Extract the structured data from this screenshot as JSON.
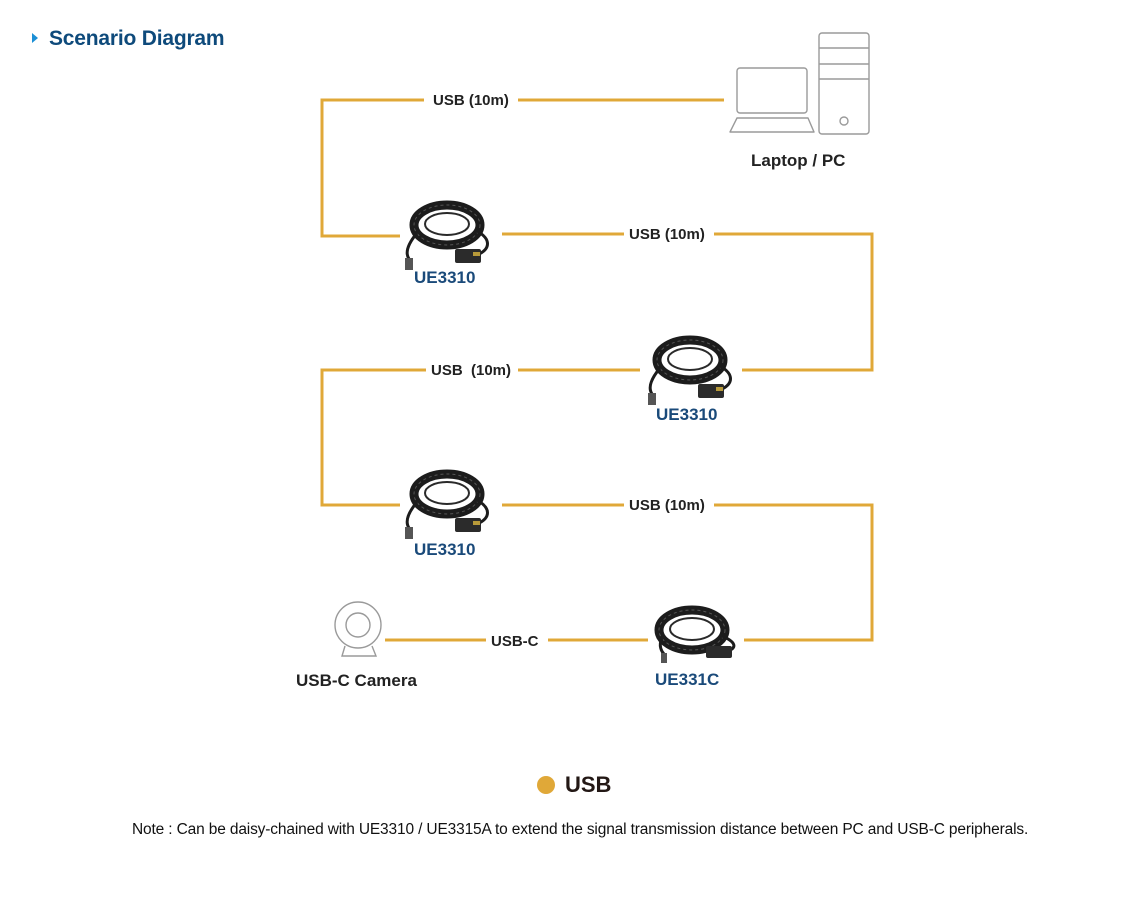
{
  "heading": {
    "title": "Scenario Diagram",
    "icon": "triangle-right-icon"
  },
  "colors": {
    "usb_line": "#e0a838",
    "product_text": "#1a4a7a",
    "heading_text": "#0e4a7b",
    "heading_marker": "#1b8fd6"
  },
  "devices": {
    "pc": {
      "label": "Laptop / PC",
      "icon": "laptop-pc-icon"
    },
    "camera": {
      "label": "USB-C Camera",
      "icon": "webcam-icon"
    }
  },
  "products": [
    {
      "model": "UE3310",
      "icon": "usb-extension-cable-icon"
    },
    {
      "model": "UE3310",
      "icon": "usb-extension-cable-icon"
    },
    {
      "model": "UE3310",
      "icon": "usb-extension-cable-icon"
    },
    {
      "model": "UE331C",
      "icon": "usb-c-extension-cable-icon"
    }
  ],
  "connections": [
    {
      "label": "USB (10m)",
      "from": "Laptop / PC",
      "to": "UE3310 #1"
    },
    {
      "label": "USB (10m)",
      "from": "UE3310 #1",
      "to": "UE3310 #2"
    },
    {
      "label": "USB  (10m)",
      "from": "UE3310 #2",
      "to": "UE3310 #3"
    },
    {
      "label": "USB (10m)",
      "from": "UE3310 #3",
      "to": "UE331C"
    },
    {
      "label": "USB-C",
      "from": "UE331C",
      "to": "USB-C Camera"
    }
  ],
  "legend": {
    "label": "USB",
    "color": "#e0a838"
  },
  "note": "Note : Can be daisy-chained with UE3310 / UE3315A to extend the signal transmission distance between PC and USB-C peripherals."
}
